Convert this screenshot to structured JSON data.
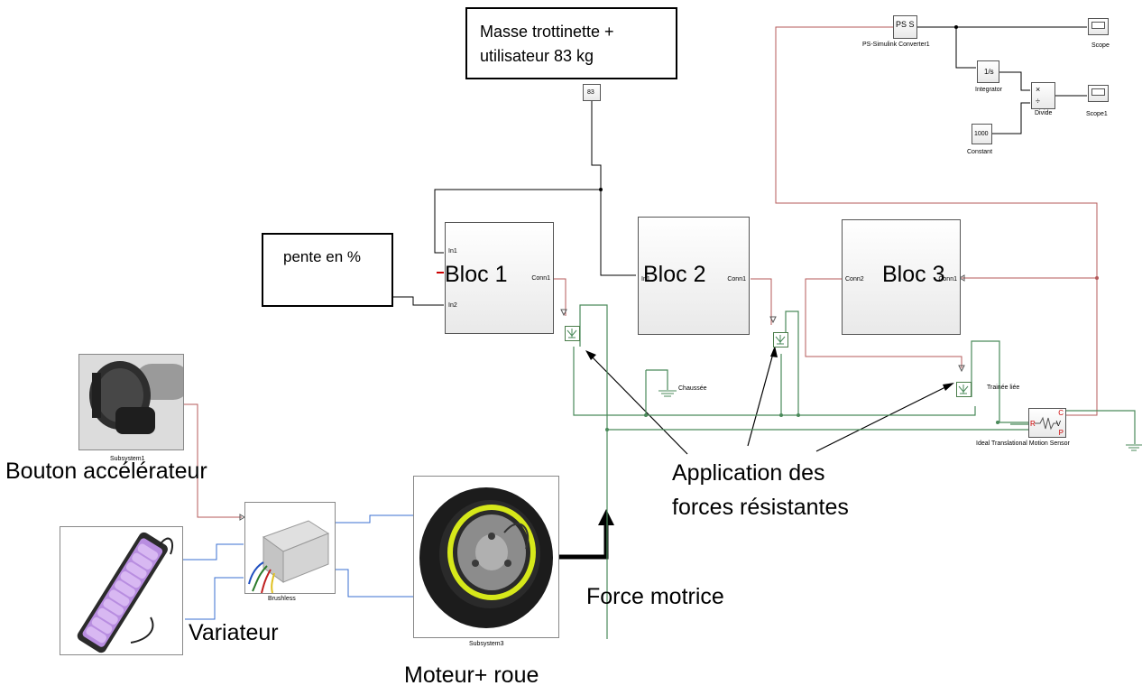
{
  "mass_box": {
    "label": "Masse trottinette + utilisateur 83 kg",
    "value": "83"
  },
  "slope_box": {
    "label": "pente en %"
  },
  "bloc1": {
    "title": "Bloc 1",
    "in1": "In1",
    "in2": "In2",
    "conn": "Conn1"
  },
  "bloc2": {
    "title": "Bloc 2",
    "in1": "In1",
    "conn": "Conn1"
  },
  "bloc3": {
    "title": "Bloc 3",
    "conn2": "Conn2",
    "conn1": "Conn1"
  },
  "top_right": {
    "converter": "PS-Simulink Converter1",
    "converter_glyph": "PS S",
    "scope": "Scope",
    "scope1": "Scope1",
    "integrator": "Integrator",
    "integrator_glyph": "1/s",
    "divide": "Divide",
    "constant": "Constant",
    "constant_value": "1000"
  },
  "labels": {
    "chaussee": "Chaussée",
    "trainee": "Trainée liée",
    "sensor": "Ideal Translational Motion Sensor",
    "sensor_ports": {
      "c": "C",
      "r": "R",
      "v": "V",
      "p": "P"
    },
    "subsystem1": "Subsystem1",
    "subsystem3": "Subsystem3",
    "brushless": "Brushless"
  },
  "annotations": {
    "bouton": "Bouton accélérateur",
    "variateur": "Variateur",
    "moteur": "Moteur+ roue",
    "force_motrice": "Force motrice",
    "application_1": "Application des",
    "application_2": "forces résistantes"
  },
  "colors": {
    "physical": "#4a8a5a",
    "signal": "#000000",
    "ps": "#b55a5a",
    "electric": "#3a6fd0"
  }
}
